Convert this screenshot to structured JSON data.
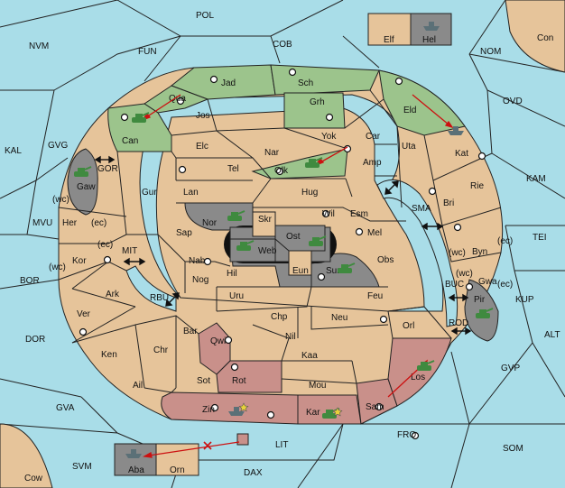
{
  "labels": {
    "POL": "POL",
    "NVM": "NVM",
    "FUN": "FUN",
    "COB": "COB",
    "NOM": "NOM",
    "Con": "Con",
    "OVD": "OVD",
    "KAL": "KAL",
    "GVG": "GVG",
    "KAM": "KAM",
    "TEI": "TEI",
    "MVU": "MVU",
    "BOR": "BOR",
    "DOR": "DOR",
    "GVA": "GVA",
    "SVM": "SVM",
    "Cow": "Cow",
    "DAX": "DAX",
    "LIT": "LIT",
    "FRO": "FRO",
    "SOM": "SOM",
    "GVP": "GVP",
    "ALT": "ALT",
    "KUP": "KUP",
    "GOR": "GOR",
    "MIT": "MIT",
    "RBU": "RBU",
    "SMA": "SMA",
    "BUC": "BUC",
    "ROD": "ROD",
    "Elf": "Elf",
    "Hel": "Hel",
    "Jad": "Jad",
    "Sch": "Sch",
    "Qua": "Qua",
    "Jos": "Jos",
    "Grh": "Grh",
    "Eld": "Eld",
    "Can": "Can",
    "Yok": "Yok",
    "Car": "Car",
    "Uta": "Uta",
    "Elc": "Elc",
    "Nar": "Nar",
    "Amp": "Amp",
    "Kat": "Kat",
    "Tel": "Tel",
    "Olk": "Olk",
    "Gaw": "Gaw",
    "Gur": "Gur",
    "Lan": "Lan",
    "Hug": "Hug",
    "Rie": "Rie",
    "Bri": "Bri",
    "Wil": "Wil",
    "Esm": "Esm",
    "Nor": "Nor",
    "Skr": "Skr",
    "Ost": "Ost",
    "Her": "Her",
    "Sap": "Sap",
    "Web": "Web",
    "Mel": "Mel",
    "Byn": "Byn",
    "Kor": "Kor",
    "Nab": "Nab",
    "Eun": "Eun",
    "Sun": "Sun",
    "Obs": "Obs",
    "Gwa": "Gwa",
    "Hil": "Hil",
    "Nog": "Nog",
    "Ark": "Ark",
    "Uru": "Uru",
    "Feu": "Feu",
    "Pir": "Pir",
    "Ver": "Ver",
    "Chp": "Chp",
    "Neu": "Neu",
    "Orl": "Orl",
    "Bar": "Bar",
    "Nil": "Nil",
    "Qwi": "Qwi",
    "Ken": "Ken",
    "Chr": "Chr",
    "Kaa": "Kaa",
    "Los": "Los",
    "Rot": "Rot",
    "Ail": "Ail",
    "Sot": "Sot",
    "Mou": "Mou",
    "Zin": "Zin",
    "Kar": "Kar",
    "Sam": "Sam",
    "Aba": "Aba",
    "Orn": "Orn",
    "wc": "(wc)",
    "ec": "(ec)"
  },
  "colors": {
    "sea": "#a9dde8",
    "land": "#e6c49a",
    "green": "#9cc48c",
    "grey": "#8a8a8a",
    "rose": "#c9908a",
    "order": "#cc1111",
    "unit": "#3f8a3f",
    "unit_grey": "#5b7077"
  },
  "units": {
    "army": "tank-icon",
    "fleet": "ship-icon"
  }
}
